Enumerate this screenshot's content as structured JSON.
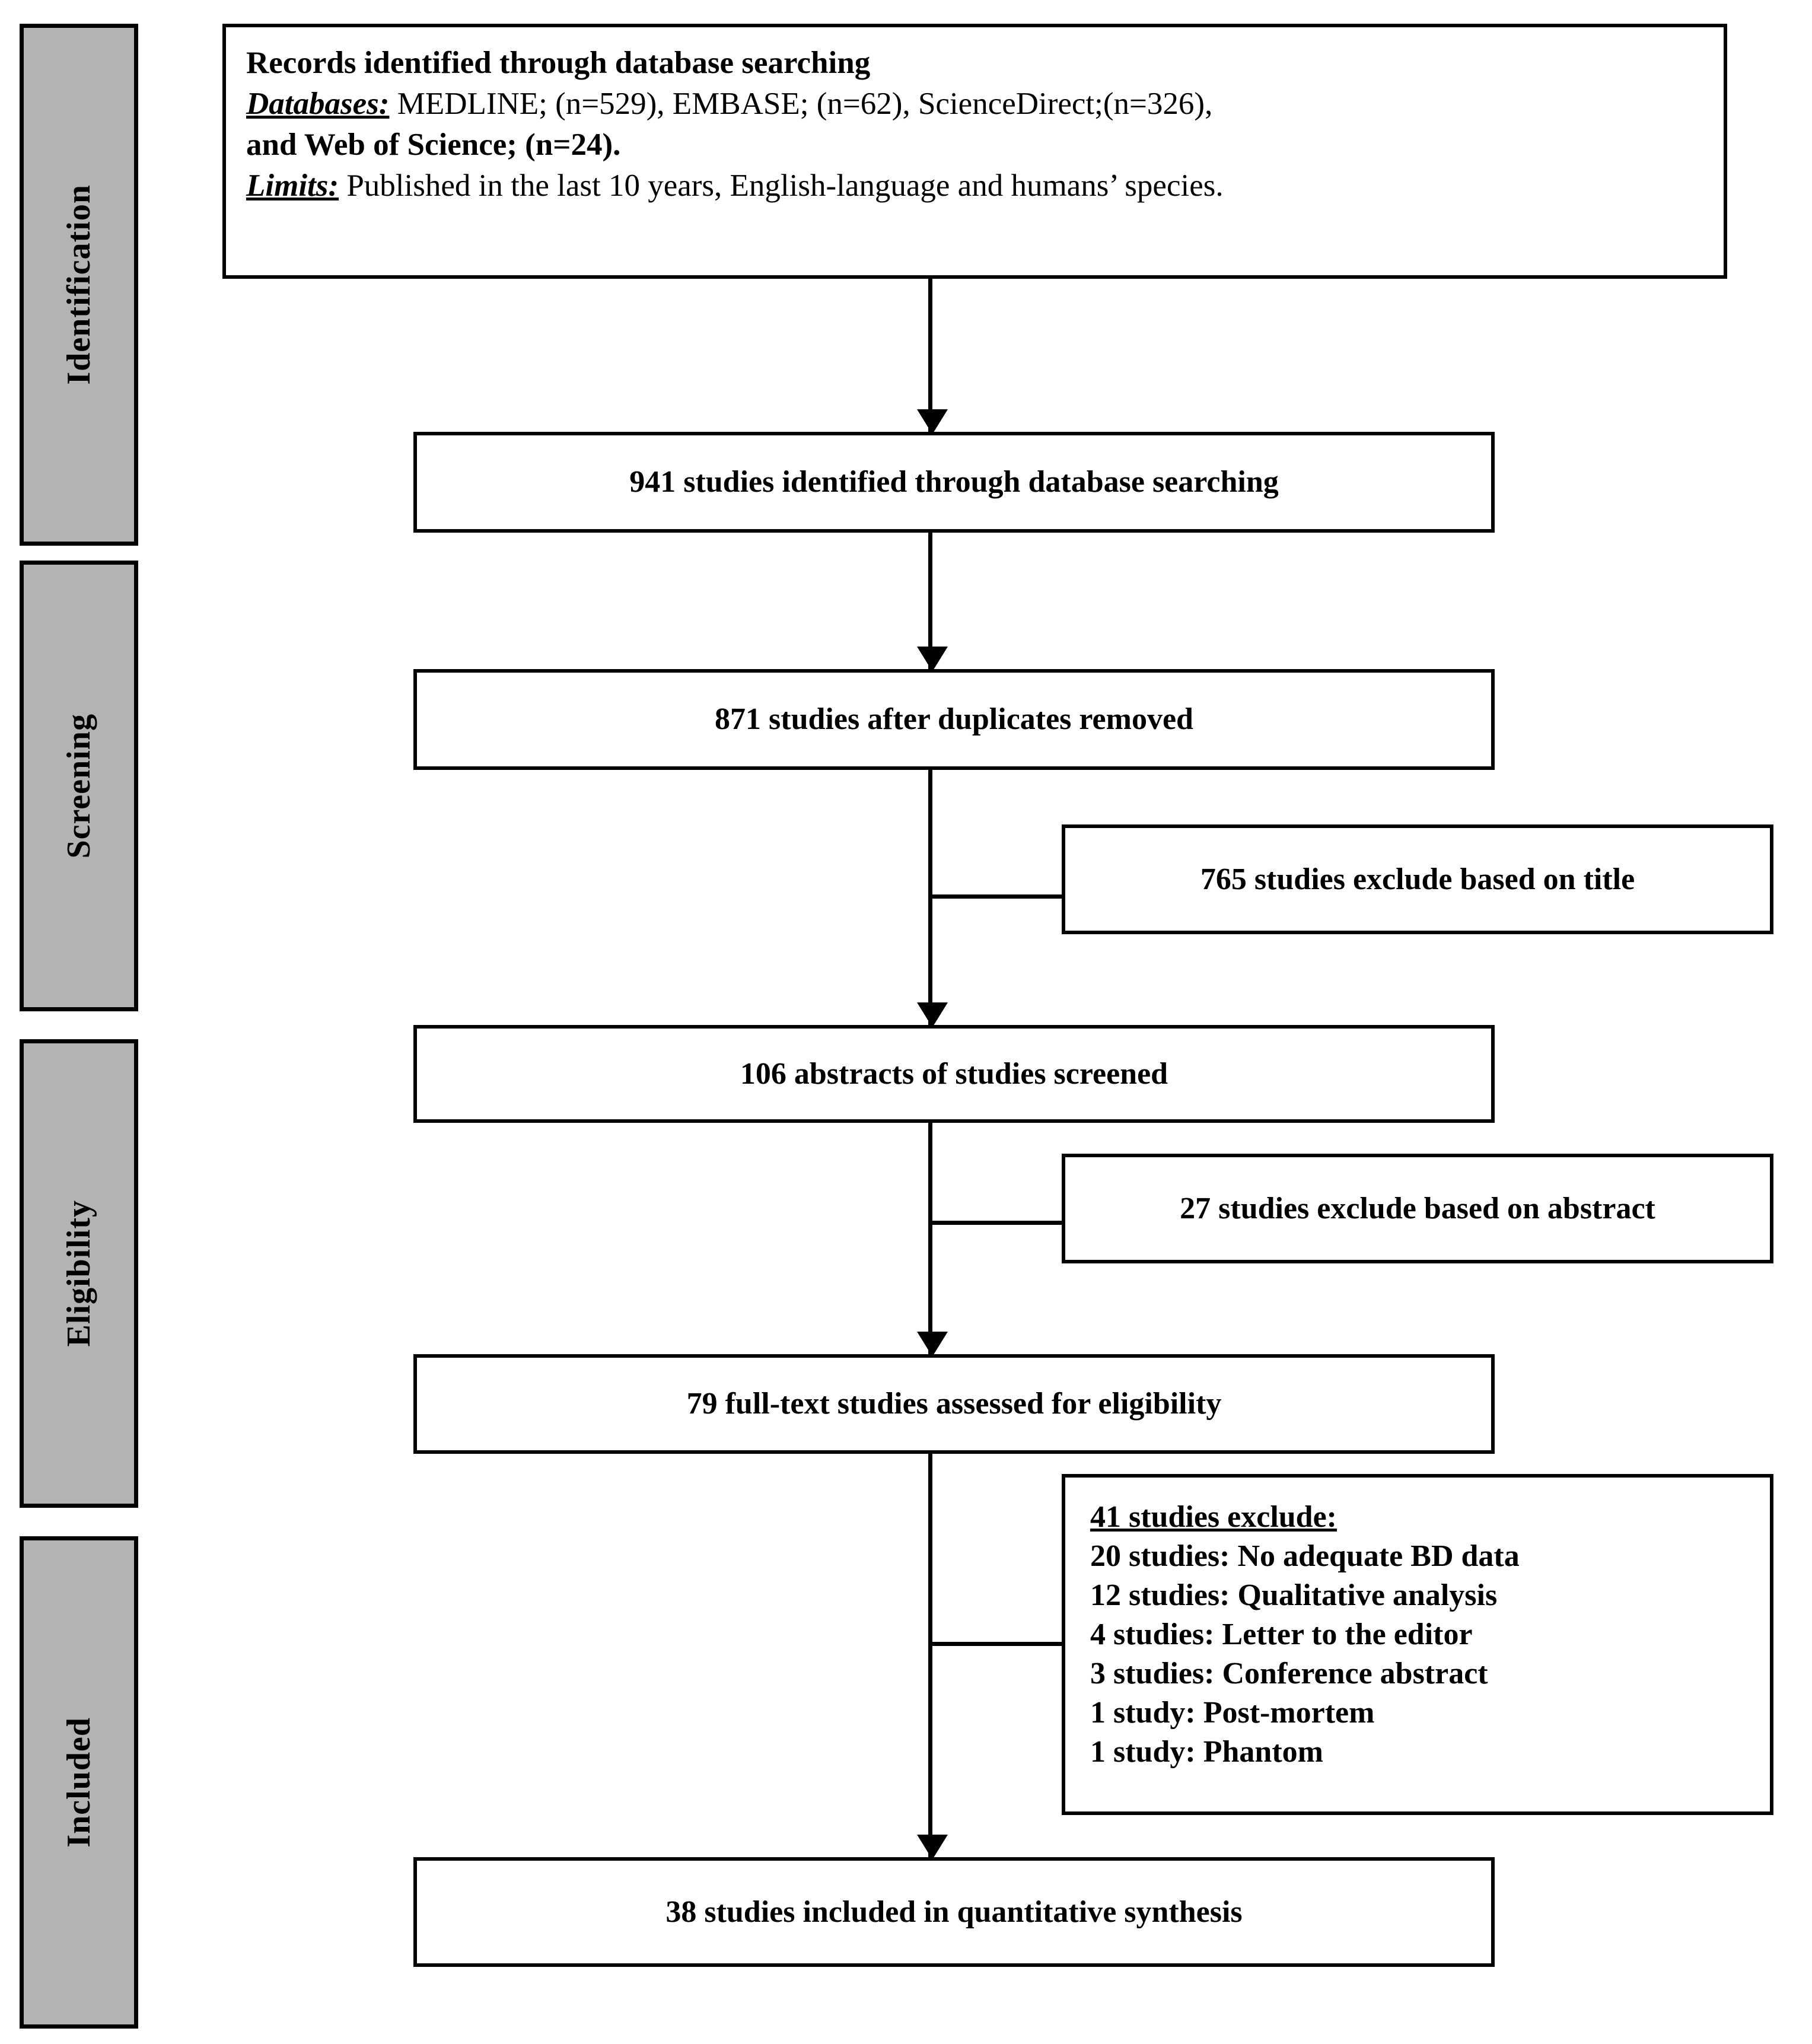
{
  "diagram": {
    "title": "PRISMA study selection flow diagram",
    "colors": {
      "stage_fill": "#b3b3b3",
      "box_fill": "#ffffff",
      "stroke": "#000000"
    }
  },
  "stages": [
    {
      "label": "Identification"
    },
    {
      "label": "Screening"
    },
    {
      "label": "Eligibility"
    },
    {
      "label": "Included"
    }
  ],
  "identification_box": {
    "heading": "Records identified through database searching",
    "databases_label": "Databases:",
    "databases_value": " MEDLINE; (n=529), EMBASE; (n=62), ScienceDirect;(n=326),",
    "databases_cont": "and Web of Science; (n=24).",
    "limits_label": "Limits:",
    "limits_value": " Published in the last 10 years, English-language and humans’ species."
  },
  "flow": {
    "identified": "941 studies identified through database searching",
    "after_duplicates": "871 studies after duplicates removed",
    "abstracts_screened": "106 abstracts of studies screened",
    "fulltext_assessed": "79 full-text studies assessed for eligibility",
    "included": "38 studies included in quantitative synthesis"
  },
  "exclusions": {
    "by_title": "765 studies exclude based on title",
    "by_abstract": "27 studies exclude based on abstract",
    "fulltext": {
      "header": "41 studies exclude:",
      "reasons": [
        "20 studies: No adequate BD data",
        "12 studies: Qualitative analysis",
        "4 studies: Letter to the editor",
        "3 studies: Conference abstract",
        "1 study: Post-mortem",
        "1 study: Phantom"
      ]
    }
  },
  "chart_data": {
    "type": "diagram",
    "title": "PRISMA flow diagram",
    "nodes": [
      {
        "id": "records",
        "stage": "Identification",
        "label": "Records identified through database searching",
        "n": 941
      },
      {
        "id": "identified",
        "stage": "Identification",
        "label": "941 studies identified through database searching",
        "n": 941
      },
      {
        "id": "deduped",
        "stage": "Screening",
        "label": "871 studies after duplicates removed",
        "n": 871
      },
      {
        "id": "excl_title",
        "stage": "Screening",
        "label": "765 studies exclude based on title",
        "n": 765
      },
      {
        "id": "abstracts",
        "stage": "Screening",
        "label": "106 abstracts of studies screened",
        "n": 106
      },
      {
        "id": "excl_abstract",
        "stage": "Eligibility",
        "label": "27 studies exclude based on abstract",
        "n": 27
      },
      {
        "id": "fulltext",
        "stage": "Eligibility",
        "label": "79 full-text studies assessed for eligibility",
        "n": 79
      },
      {
        "id": "excl_fulltext",
        "stage": "Included",
        "label": "41 studies exclude:",
        "n": 41
      },
      {
        "id": "included",
        "stage": "Included",
        "label": "38 studies included in quantitative synthesis",
        "n": 38
      }
    ],
    "database_counts": [
      {
        "source": "MEDLINE",
        "n": 529
      },
      {
        "source": "EMBASE",
        "n": 62
      },
      {
        "source": "ScienceDirect",
        "n": 326
      },
      {
        "source": "Web of Science",
        "n": 24
      }
    ],
    "exclusion_reasons": [
      {
        "reason": "No adequate BD data",
        "n": 20
      },
      {
        "reason": "Qualitative analysis",
        "n": 12
      },
      {
        "reason": "Letter to the editor",
        "n": 4
      },
      {
        "reason": "Conference abstract",
        "n": 3
      },
      {
        "reason": "Post-mortem",
        "n": 1
      },
      {
        "reason": "Phantom",
        "n": 1
      }
    ]
  }
}
